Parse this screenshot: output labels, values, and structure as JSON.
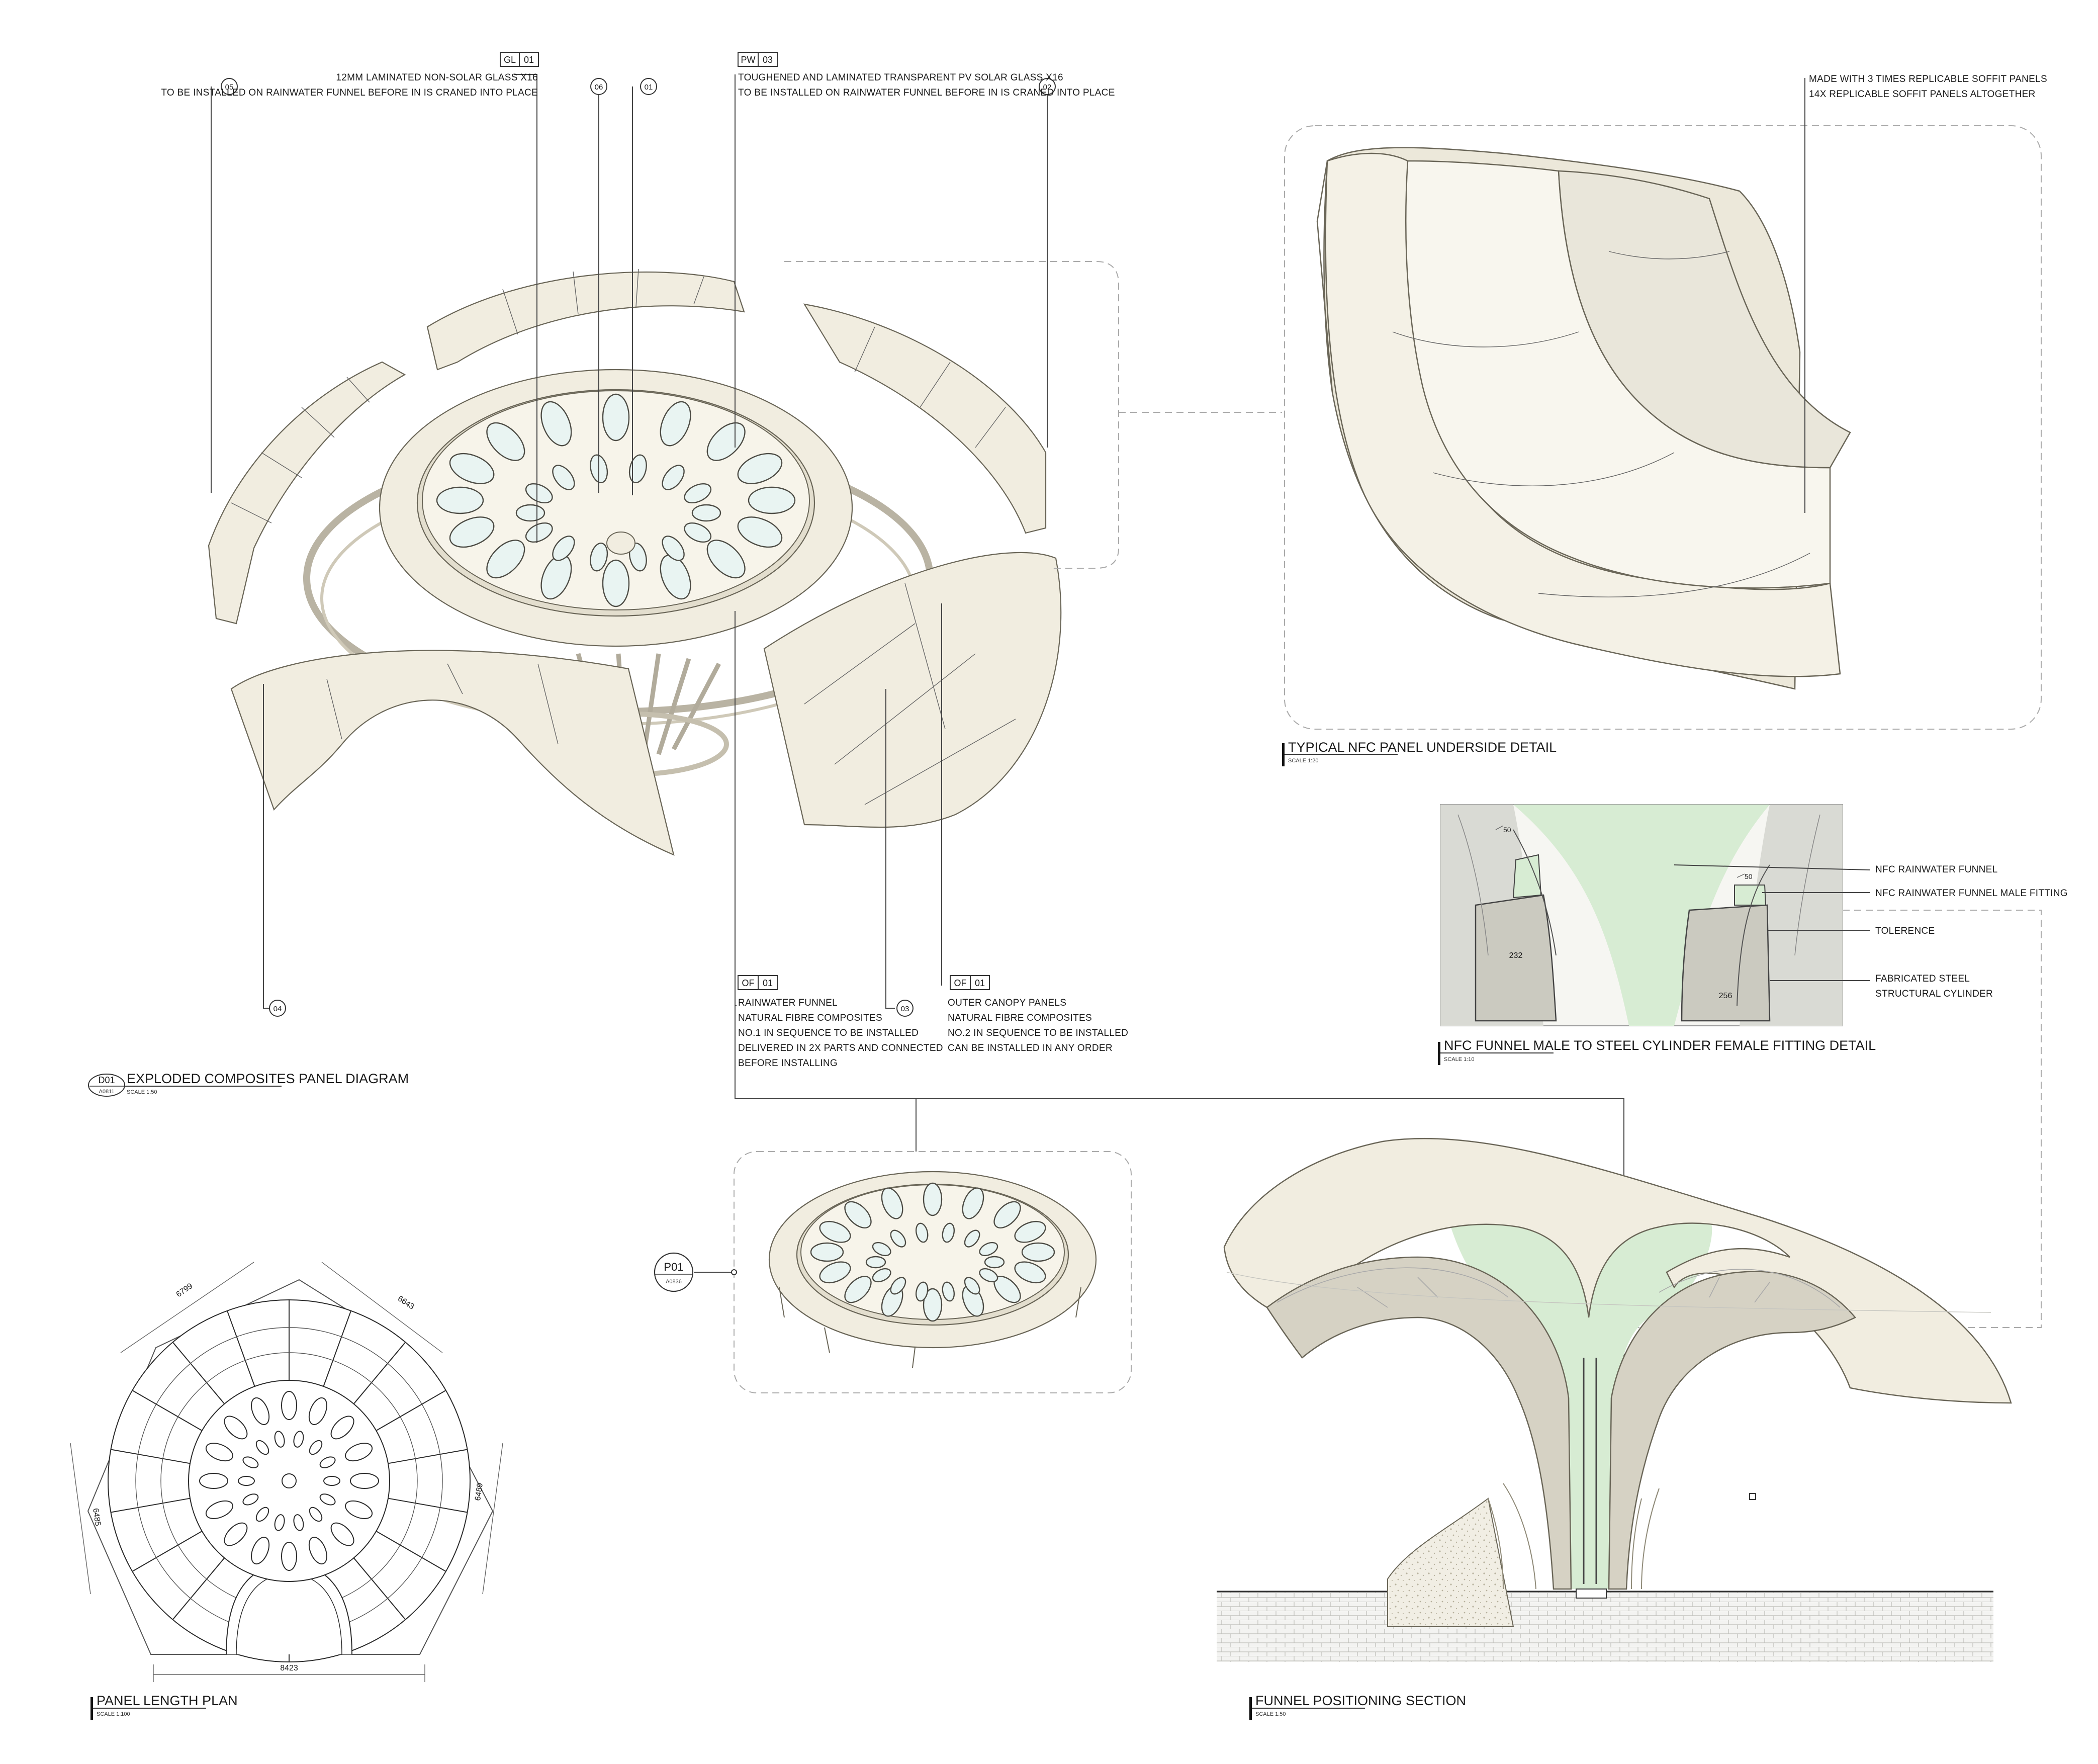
{
  "exploded": {
    "gl_tag": "GL",
    "gl_num": "01",
    "gl_line1": "12MM LAMINATED NON-SOLAR GLASS X16",
    "gl_line2": "TO BE INSTALLED ON RAINWATER FUNNEL BEFORE IN IS CRANED INTO PLACE",
    "pw_tag": "PW",
    "pw_num": "03",
    "pw_line1": "TOUGHENED AND LAMINATED TRANSPARENT PV SOLAR GLASS X16",
    "pw_line2": "TO BE INSTALLED ON RAINWATER FUNNEL BEFORE IN IS CRANED INTO PLACE",
    "callouts": [
      "05",
      "06",
      "01",
      "02",
      "04",
      "03"
    ],
    "of1_tag": "OF",
    "of1_num": "01",
    "of1_lines": [
      "RAINWATER FUNNEL",
      "NATURAL FIBRE COMPOSITES",
      "NO.1 IN SEQUENCE TO BE INSTALLED",
      "DELIVERED IN 2X PARTS AND CONNECTED",
      "BEFORE INSTALLING"
    ],
    "of2_tag": "OF",
    "of2_num": "01",
    "of2_lines": [
      "OUTER CANOPY PANELS",
      "NATURAL FIBRE COMPOSITES",
      "NO.2 IN SEQUENCE TO BE INSTALLED",
      "CAN BE INSTALLED IN ANY ORDER"
    ],
    "drawing_tag": "D01",
    "drawing_sheet": "A0811",
    "title": "EXPLODED COMPOSITES PANEL DIAGRAM",
    "scale": "SCALE 1:50"
  },
  "soffit": {
    "note1": "MADE WITH 3 TIMES REPLICABLE SOFFIT PANELS",
    "note2": "14X REPLICABLE SOFFIT PANELS ALTOGETHER",
    "title": "TYPICAL NFC PANEL UNDERSIDE DETAIL",
    "scale": "SCALE 1:20"
  },
  "fitting": {
    "labels": [
      "NFC RAINWATER FUNNEL",
      "NFC RAINWATER FUNNEL MALE FITTING",
      "TOLERENCE",
      "FABRICATED STEEL",
      "STRUCTURAL CYLINDER"
    ],
    "dim_left": "232",
    "dim_right": "256",
    "angle_left": "50",
    "angle_right": "50",
    "title": "NFC FUNNEL MALE TO STEEL CYLINDER FEMALE FITTING DETAIL",
    "scale": "SCALE 1:10"
  },
  "funnel_part": {
    "tag": "P01",
    "sheet": "A0836"
  },
  "plan": {
    "dims": [
      "6799",
      "6643",
      "6485",
      "6489",
      "8423"
    ],
    "title": "PANEL LENGTH PLAN",
    "scale": "SCALE 1:100"
  },
  "section": {
    "title": "FUNNEL POSITIONING SECTION",
    "scale": "SCALE 1:50"
  }
}
